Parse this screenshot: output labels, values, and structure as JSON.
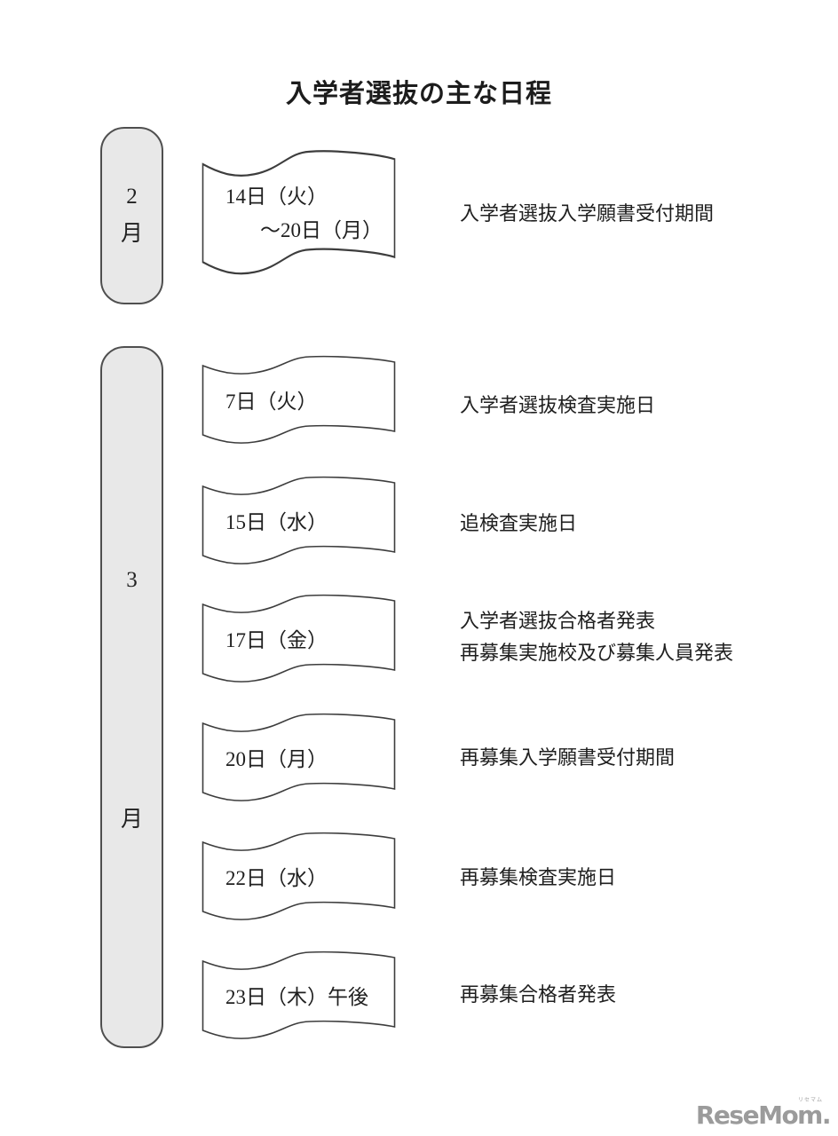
{
  "page": {
    "title": "入学者選抜の主な日程"
  },
  "sections": [
    {
      "month": {
        "number": "2",
        "unit": "月"
      },
      "events": [
        {
          "date_lines": [
            "14日（火）",
            "～20日（月）"
          ],
          "description_lines": [
            "入学者選抜入学願書受付期間"
          ]
        }
      ]
    },
    {
      "month": {
        "number": "3",
        "unit": "月"
      },
      "events": [
        {
          "date_lines": [
            "7日（火）"
          ],
          "description_lines": [
            "入学者選抜検査実施日"
          ]
        },
        {
          "date_lines": [
            "15日（水）"
          ],
          "description_lines": [
            "追検査実施日"
          ]
        },
        {
          "date_lines": [
            "17日（金）"
          ],
          "description_lines": [
            "入学者選抜合格者発表",
            "再募集実施校及び募集人員発表"
          ]
        },
        {
          "date_lines": [
            "20日（月）"
          ],
          "description_lines": [
            "再募集入学願書受付期間"
          ]
        },
        {
          "date_lines": [
            "22日（水）"
          ],
          "description_lines": [
            "再募集検査実施日"
          ]
        },
        {
          "date_lines": [
            "23日（木）午後"
          ],
          "description_lines": [
            "再募集合格者発表"
          ]
        }
      ]
    }
  ],
  "logo": {
    "text": "ReseMom",
    "period": ".",
    "ruby": "リセマム",
    "color": "#9b9b9b"
  }
}
